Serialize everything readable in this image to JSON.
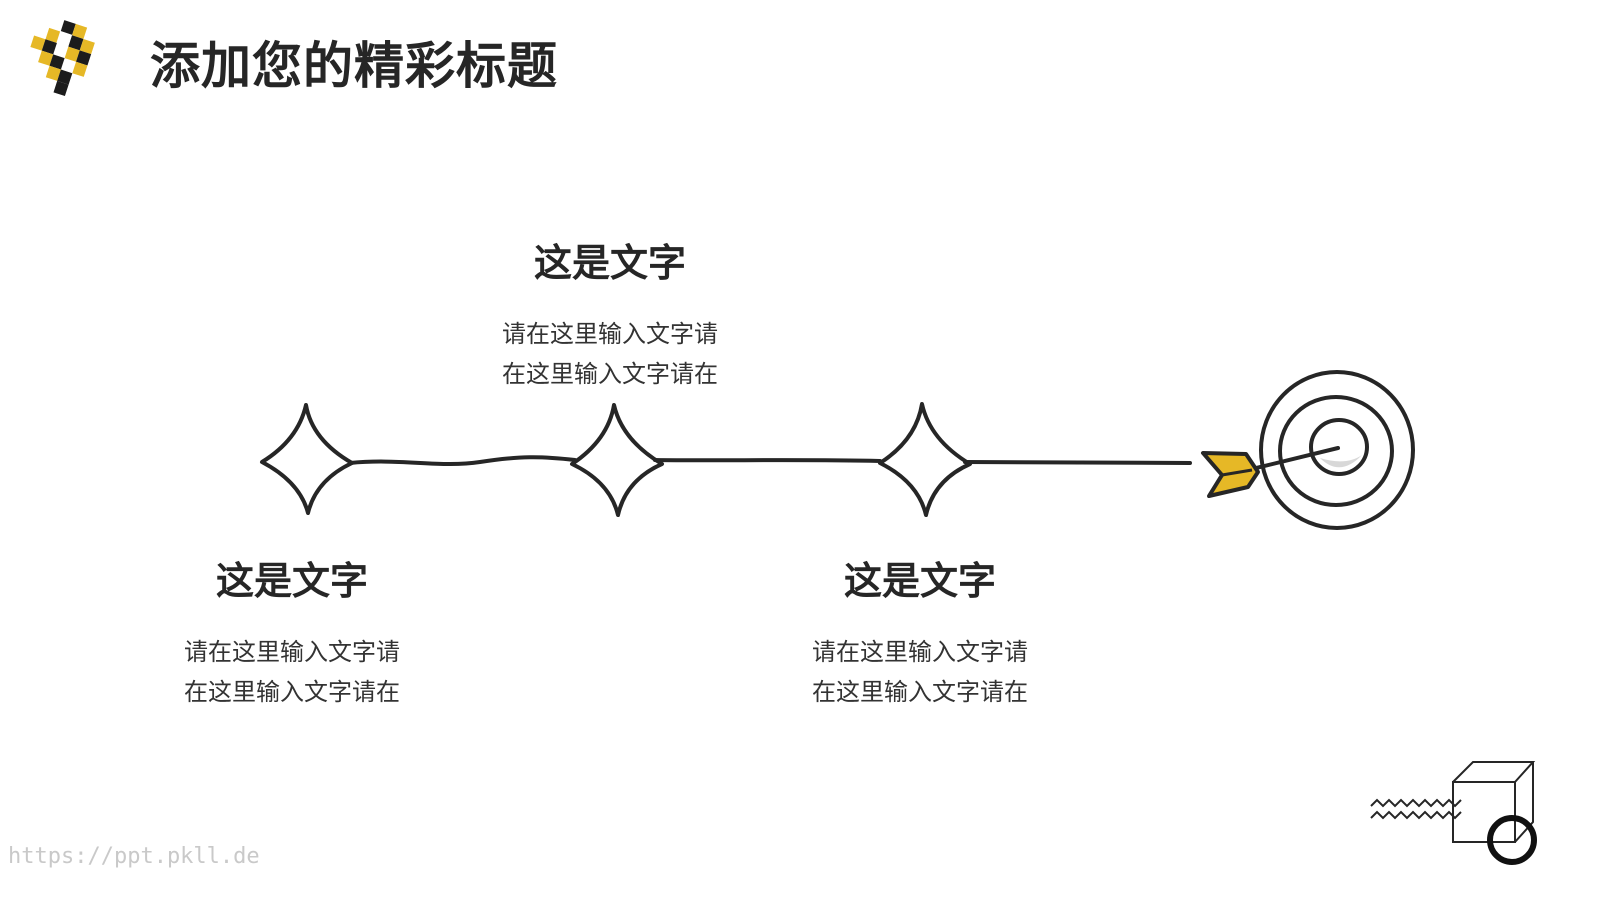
{
  "slide": {
    "title": "添加您的精彩标题",
    "accent_color": "#e6b826",
    "line_color": "#262626"
  },
  "milestones": [
    {
      "heading": "这是文字",
      "body_line1": "请在这里输入文字请",
      "body_line2": "在这里输入文字请在"
    },
    {
      "heading": "这是文字",
      "body_line1": "请在这里输入文字请",
      "body_line2": "在这里输入文字请在"
    },
    {
      "heading": "这是文字",
      "body_line1": "请在这里输入文字请",
      "body_line2": "在这里输入文字请在"
    }
  ],
  "icons": {
    "logo": "checker-logo-icon",
    "milestone_marker": "four-point-star-icon",
    "goal": "target-with-arrow-icon",
    "decoration": "cube-wave-circle-icon"
  },
  "watermark": "https://ppt.pkll.de"
}
